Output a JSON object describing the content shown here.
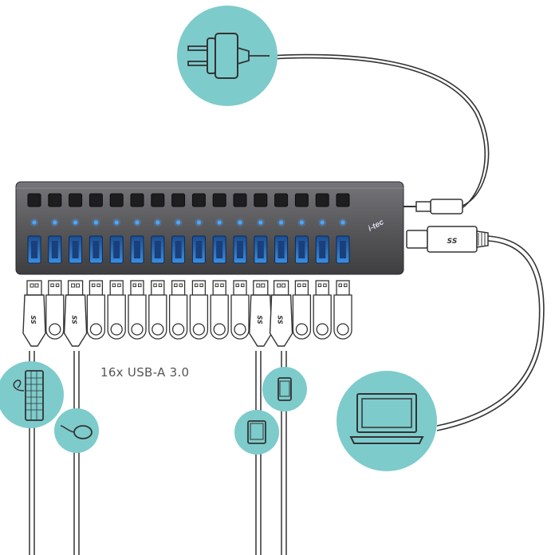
{
  "caption": "16x USB-A 3.0",
  "brand": "i-tec",
  "usb_logo_text": "SS",
  "port_count": 16,
  "colors": {
    "teal": "#7ecbcc",
    "hub_body": "#58585a",
    "port_blue": "#2f7fd0",
    "led": "#4aa8ff",
    "line": "#333333"
  },
  "icons": [
    "power-plug-icon",
    "laptop-icon",
    "keyboard-icon",
    "mouse-icon",
    "tablet-icon",
    "phone-icon",
    "usb-flash-drive-icon"
  ]
}
